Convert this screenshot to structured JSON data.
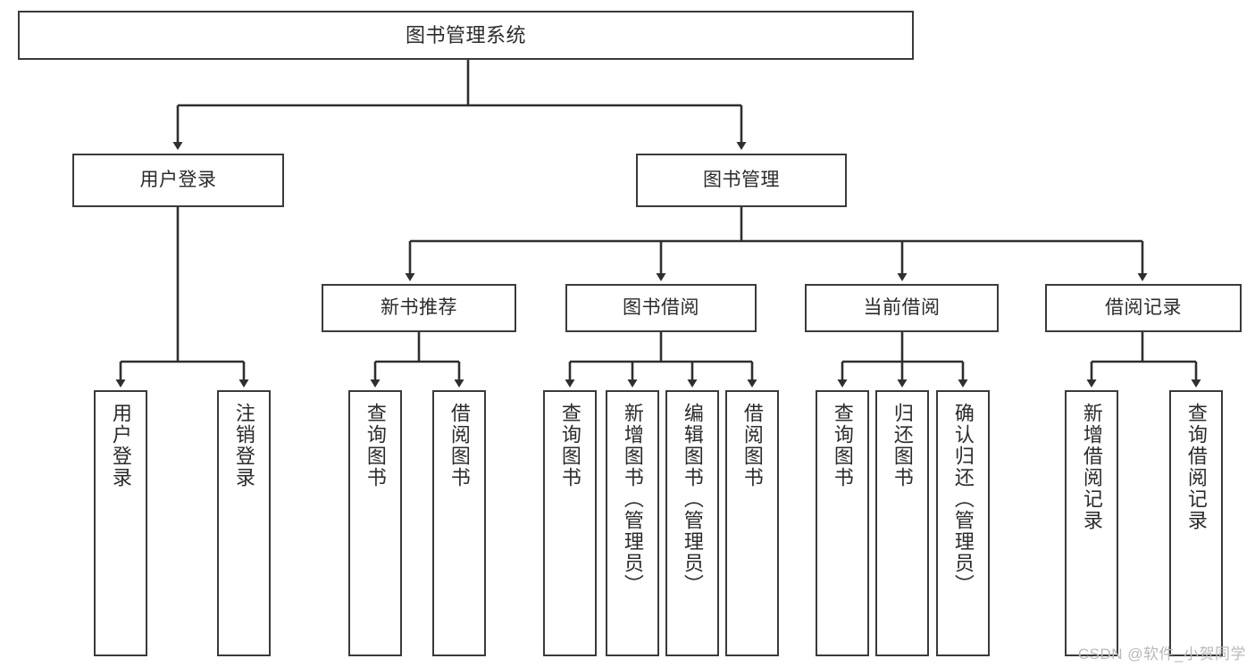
{
  "diagram": {
    "title": "图书管理系统",
    "type": "functional-structure-tree",
    "colors": {
      "box_border": "#3a3a3a",
      "box_fill": "#ffffff",
      "edge": "#2f2f2f",
      "text": "#2b2b2b",
      "watermark": "#b9b9b9",
      "background": "#ffffff"
    },
    "watermark": "CSDN @软件_小贺同学",
    "nodes": {
      "root": {
        "label": "图书管理系统"
      },
      "level1": [
        {
          "id": "user-login",
          "label": "用户登录"
        },
        {
          "id": "book-management",
          "label": "图书管理"
        }
      ],
      "level2": [
        {
          "id": "new-book-recommend",
          "label": "新书推荐"
        },
        {
          "id": "book-borrow",
          "label": "图书借阅"
        },
        {
          "id": "current-borrow",
          "label": "当前借阅"
        },
        {
          "id": "borrow-record",
          "label": "借阅记录"
        }
      ],
      "leaves": {
        "user-login": [
          {
            "id": "leaf-user-login",
            "label": "用户登录"
          },
          {
            "id": "leaf-user-logout",
            "label": "注销登录"
          }
        ],
        "new-book-recommend": [
          {
            "id": "leaf-query-book-1",
            "label": "查询图书"
          },
          {
            "id": "leaf-borrow-book-1",
            "label": "借阅图书"
          }
        ],
        "book-borrow": [
          {
            "id": "leaf-query-book-2",
            "label": "查询图书"
          },
          {
            "id": "leaf-add-book",
            "label": "新增图书（管理员）"
          },
          {
            "id": "leaf-edit-book",
            "label": "编辑图书（管理员）"
          },
          {
            "id": "leaf-borrow-book-2",
            "label": "借阅图书"
          }
        ],
        "current-borrow": [
          {
            "id": "leaf-query-book-3",
            "label": "查询图书"
          },
          {
            "id": "leaf-return-book",
            "label": "归还图书"
          },
          {
            "id": "leaf-confirm-return",
            "label": "确认归还（管理员）"
          }
        ],
        "borrow-record": [
          {
            "id": "leaf-add-record",
            "label": "新增借阅记录"
          },
          {
            "id": "leaf-query-record",
            "label": "查询借阅记录"
          }
        ]
      }
    }
  }
}
